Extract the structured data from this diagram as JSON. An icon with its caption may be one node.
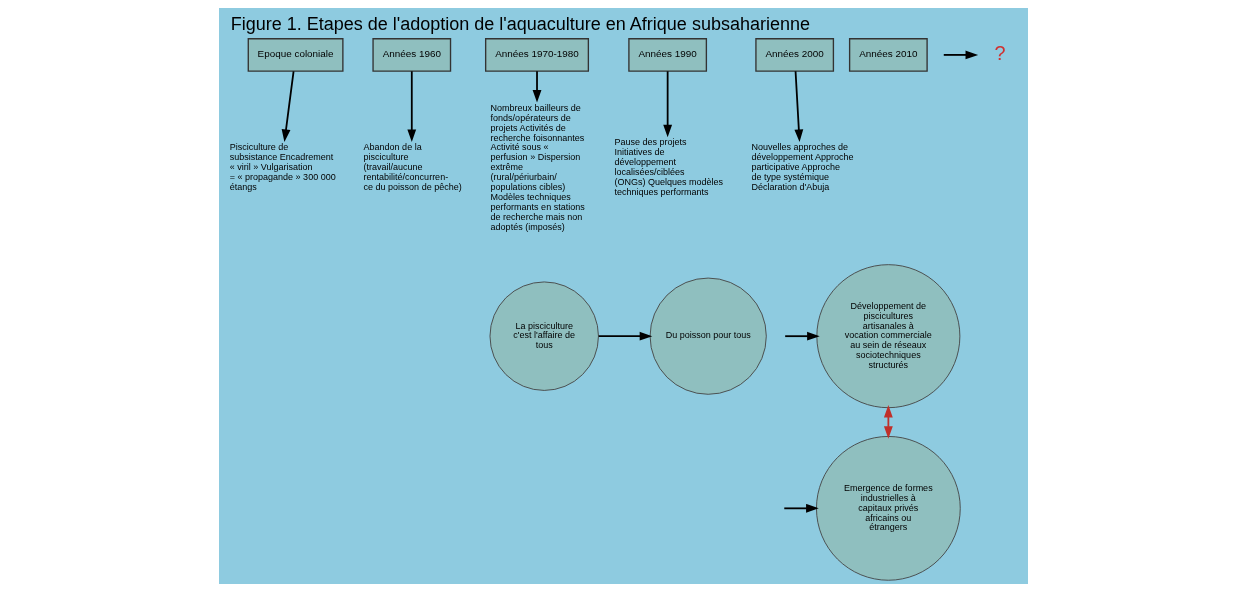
{
  "diagram": {
    "title": "Figure 1. Etapes de l'adoption de l'aquaculture en Afrique subsaharienne",
    "nodes": [
      {
        "text": [
          "Epoque coloniale"
        ]
      },
      {
        "text": [
          "Années 1960"
        ]
      },
      {
        "text": [
          "Années 1970-1980"
        ]
      },
      {
        "text": [
          "Années 1990"
        ]
      },
      {
        "text": [
          "Années 2000"
        ]
      },
      {
        "text": [
          "Années 2010"
        ]
      },
      {
        "text": [
          "Pisciculture de subsistance Encadrement « viril » Vulgarisation = « propagande » 300 000 étangs"
        ]
      },
      {
        "text": [
          "Abandon de la pisciculture (travail/aucune rentabilité/concurren- ce du poisson de pêche)"
        ]
      },
      {
        "text": [
          "Nombreux bailleurs de fonds/opérateurs de projets Activités de recherche foisonnantes Activité sous « perfusion » Dispersion extrême (rural/périurbain/ populations cibles) Modèles techniques performants en stations de recherche mais non adoptés (imposés)"
        ]
      },
      {
        "text": [
          "Pause des projets Initiatives de développement localisées/ciblées (ONGs) Quelques modèles techniques performants"
        ]
      },
      {
        "text": [
          "Nouvelles approches de développement Approche participative Approche de type systémique Déclaration d'Abuja"
        ]
      },
      {
        "text": [
          "La pisciculture c'est l'affaire de tous"
        ]
      },
      {
        "text": [
          "Du poisson pour tous"
        ]
      },
      {
        "text": [
          "Développement de piscicultures artisanales à vocation commerciale au sein de réseaux sociotechniques structurés"
        ]
      },
      {
        "text": [
          "Emergence de formes industrielles à capitaux privés africains ou étrangers"
        ]
      },
      {
        "text": [
          "?"
        ]
      }
    ],
    "edges": [
      {
        "from": 0,
        "to": 6,
        "arrow": "to"
      },
      {
        "from": 1,
        "to": 7,
        "arrow": "to"
      },
      {
        "from": 2,
        "to": 8,
        "arrow": "to"
      },
      {
        "from": 3,
        "to": 9,
        "arrow": "to"
      },
      {
        "from": 4,
        "to": 10,
        "arrow": "to"
      },
      {
        "from": 11,
        "to": 12,
        "arrow": "to"
      },
      {
        "from": null,
        "to": 13,
        "arrow": "to"
      },
      {
        "from": null,
        "to": 14,
        "arrow": "to"
      },
      {
        "from": 13,
        "to": 14,
        "arrow": "both",
        "color": "#c0302a"
      },
      {
        "from": null,
        "to": 15,
        "arrow": "to"
      }
    ]
  }
}
